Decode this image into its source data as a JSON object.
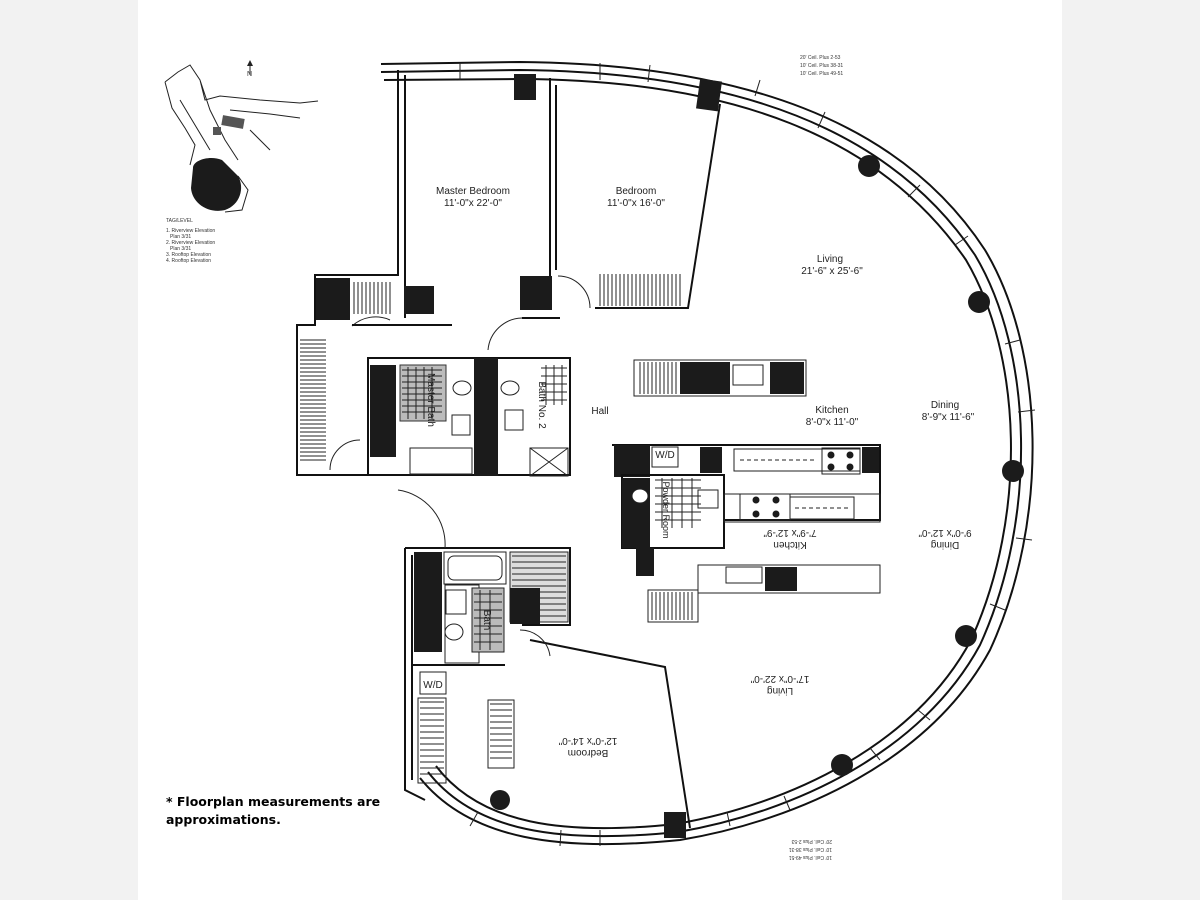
{
  "rooms": {
    "master_bedroom": {
      "name": "Master Bedroom",
      "dims": "11'-0\"x 22'-0\""
    },
    "bedroom_1": {
      "name": "Bedroom",
      "dims": "11'-0\"x 16'-0\""
    },
    "living_1": {
      "name": "Living",
      "dims": "21'-6\" x 25'-6\""
    },
    "dining_1": {
      "name": "Dining",
      "dims": "8'-9\"x 11'-6\""
    },
    "kitchen_1": {
      "name": "Kitchen",
      "dims": "8'-0\"x 11'-0\""
    },
    "kitchen_2": {
      "name": "Kitchen",
      "dims": "7'-9\"x 12'-9\""
    },
    "dining_2": {
      "name": "Dining",
      "dims": "9'-0\"x 12'-0\""
    },
    "living_2": {
      "name": "Living",
      "dims": "17'-0\"x 22'-0\""
    },
    "bedroom_2": {
      "name": "Bedroom",
      "dims": "12'-0\"x 14'-0\""
    },
    "hall": "Hall",
    "master_bath": "Master Bath",
    "bath_2": "Bath No. 2",
    "powder_room": "Powder Room",
    "bath": "Bath",
    "wd_1": "W/D",
    "wd_2": "W/D"
  },
  "compass": "N",
  "keyplan_legend": {
    "title": "TAG/LEVEL",
    "lines": [
      "1. Riverview Elevation",
      "Plan 3/31",
      "2. Riverview Elevation",
      "Plan 3/31",
      "3. Rooftop Elevation",
      "4. Rooftop Elevation"
    ]
  },
  "ceiling_notes_top": [
    "20' Ceil. Plus 2-53",
    "10' Ceil. Plus 38-31",
    "10' Ceil. Plus 49-51"
  ],
  "ceiling_notes_bottom": [
    "10' Ceil. Plus 49-51",
    "10' Ceil. Plus 38-31",
    "20' Ceil. Plus 2-53"
  ],
  "disclaimer": [
    "* Floorplan measurements are",
    "approximations."
  ]
}
